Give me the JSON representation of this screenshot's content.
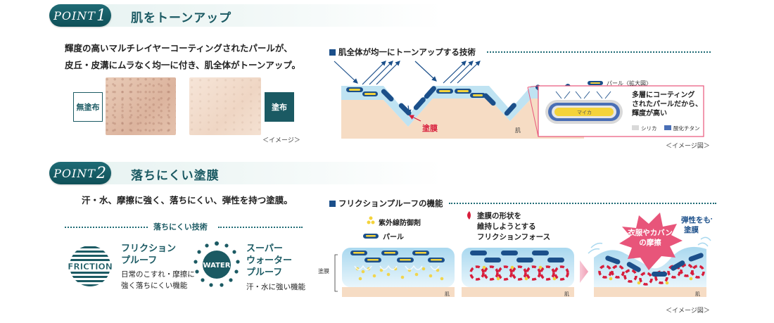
{
  "point1": {
    "label_word": "POINT",
    "label_num": "1",
    "title": "肌をトーンアップ",
    "body_line1": "輝度の高いマルチレイヤーコーティングされたパールが、",
    "body_line2": "皮丘・皮溝にムラなく均一に付き、肌全体がトーンアップ。",
    "before_label": "無塗布",
    "after_label": "塗布",
    "image_caption": "＜イメージ＞",
    "diagram": {
      "heading": "肌全体が均一にトーンアップする技術",
      "film_label": "塗膜",
      "skin_label": "肌",
      "pearl_label": "パール〈拡大図〉",
      "core_label": "マイカ",
      "desc_line1": "多層にコーティング",
      "desc_line2": "されたパールだから、",
      "desc_line3": "輝度が高い",
      "legend_silica": "シリカ",
      "legend_titanium": "酸化チタン",
      "caption": "＜イメージ図＞"
    }
  },
  "point2": {
    "label_word": "POINT",
    "label_num": "2",
    "title": "落ちにくい塗膜",
    "body": "汗・水、摩擦に強く、落ちにくい、弾性を持つ塗膜。",
    "tech_heading": "落ちにくい技術",
    "friction_logo": "FRICTION",
    "friction_name_line1": "フリクション",
    "friction_name_line2": "プルーフ",
    "friction_desc_line1": "日常のこすれ・摩擦に",
    "friction_desc_line2": "強く落ちにくい機能",
    "water_logo": "WATER",
    "water_name_line1": "スーパー",
    "water_name_line2": "ウォーター",
    "water_name_line3": "プルーフ",
    "water_desc": "汗・水に強い機能",
    "diagram": {
      "heading": "フリクションプルーフの機能",
      "legend_uv": "紫外線防御剤",
      "legend_pearl": "パール",
      "force_line1": "塗膜の形状を",
      "force_line2": "維持しようとする",
      "force_line3": "フリクションフォース",
      "burst_line1": "衣服やカバン",
      "burst_line2": "の摩擦",
      "elastic_line1": "弾性をもつ",
      "elastic_line2": "塗膜",
      "film_label": "塗膜",
      "skin_label": "肌",
      "caption": "＜イメージ図＞"
    }
  },
  "colors": {
    "teal": "#1b5a63",
    "navy": "#1b4f8a",
    "skin": "#f6dcc4",
    "film_blue": "#bfe3f2",
    "pink_border": "#e8557a",
    "red": "#d81e3c",
    "pearl_yellow": "#f4d33b"
  }
}
